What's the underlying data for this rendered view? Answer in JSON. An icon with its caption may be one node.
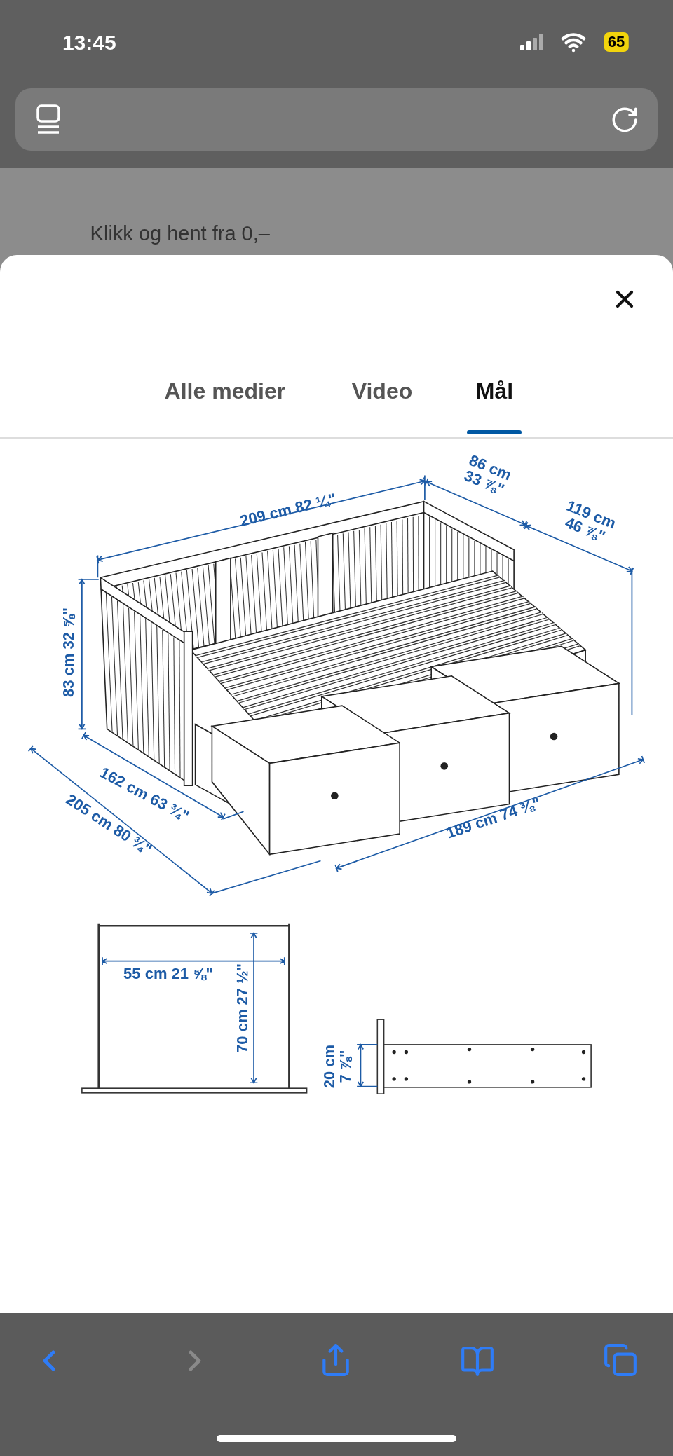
{
  "diagram": {
    "labels": [
      "13:45",
      "65",
      "Klikk og hent fra 0,–",
      "Alle medier",
      "Video",
      "Mål",
      "209 cm 82 ¼\"",
      "86 cm 33 ⅞\"",
      "119 cm 46 ⅞\"",
      "83 cm 32 ⅝\"",
      "162 cm 63 ¾\"",
      "205 cm 80 ¾\"",
      "189 cm 74 ⅜\"",
      "55 cm 21 ⅝\"",
      "70 cm 27 ½\"",
      "20 cm 7 ⅞\""
    ]
  }
}
